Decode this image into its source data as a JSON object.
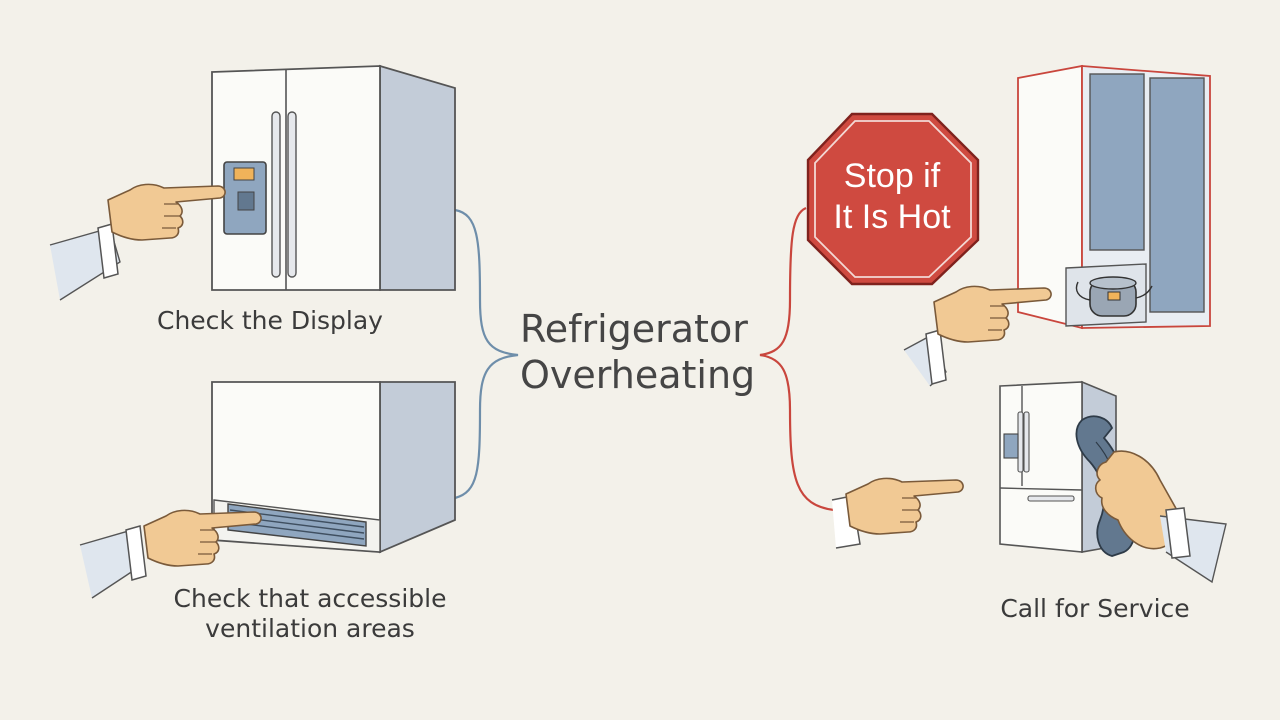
{
  "center": {
    "title_line1": "Refrigerator",
    "title_line2": "Overheating"
  },
  "steps": {
    "check_display": "Check the Display",
    "check_vent_line1": "Check that accessible",
    "check_vent_line2": "ventilation areas",
    "stop_sign_line1": "Stop if",
    "stop_sign_line2": "It Is Hot",
    "call_service": "Call for Service"
  },
  "colors": {
    "background": "#f3f1ea",
    "left_branch": "#6e8eaa",
    "right_branch": "#c9463d",
    "stop_sign": "#cf4a40",
    "skin": "#f1c994",
    "fridge_side": "#c3ccd8",
    "panel_blue": "#8fa6bf"
  },
  "icons": [
    "pointing-hand-icon",
    "refrigerator-icon",
    "stop-sign-icon",
    "compressor-icon",
    "telephone-handset-icon"
  ]
}
